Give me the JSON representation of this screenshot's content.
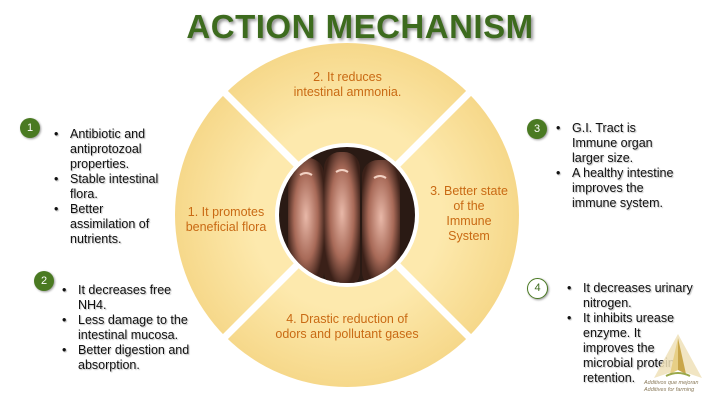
{
  "title": "ACTION MECHANISM",
  "wheel": {
    "segments": [
      {
        "label_lines": [
          "2. It reduces",
          "intestinal ammonia."
        ]
      },
      {
        "label_lines": [
          "3. Better state",
          "of the",
          "Immune",
          "System"
        ]
      },
      {
        "label_lines": [
          "4. Drastic reduction of",
          "odors and pollutant gases"
        ]
      },
      {
        "label_lines": [
          "1. It promotes",
          "beneficial flora"
        ]
      }
    ],
    "center_image": "photo of pig intestines",
    "colors": {
      "segment": "#fbe39a",
      "separator": "#ffffff",
      "label": "#c96a14"
    }
  },
  "panels": [
    {
      "number": "1",
      "items": [
        "Antibiotic and antiprotozoal properties.",
        "Stable intestinal flora.",
        "Better assimilation of nutrients."
      ]
    },
    {
      "number": "2",
      "items": [
        "It decreases free NH4.",
        "Less damage to the intestinal mucosa.",
        "Better digestion and absorption."
      ]
    },
    {
      "number": "3",
      "items": [
        "G.I. Tract is Immune organ larger size.",
        "A healthy intestine improves the immune system."
      ]
    },
    {
      "number": "4",
      "items": [
        "It decreases urinary nitrogen.",
        "It inhibits urease enzyme. It improves the microbial protein retention."
      ]
    }
  ],
  "logo": {
    "text_lines": [
      "Additivos que mejoran",
      "Additives for farming"
    ]
  },
  "colors": {
    "title": "#3d6b1e",
    "badge": "#4a7a22"
  }
}
